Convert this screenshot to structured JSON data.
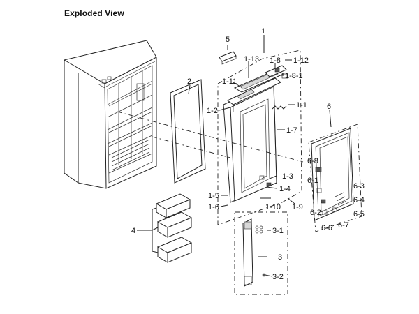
{
  "title": "Exploded View",
  "labels": {
    "l1": "1",
    "l2": "2",
    "l3": "3",
    "l4": "4",
    "l5": "5",
    "l6": "6",
    "l1_1": "1-1",
    "l1_2": "1-2",
    "l1_3": "1-3",
    "l1_4": "1-4",
    "l1_5": "1-5",
    "l1_6": "1-6",
    "l1_7": "1-7",
    "l1_8": "1-8",
    "l1_8_1": "1-8-1",
    "l1_9": "1-9",
    "l1_10": "1-10",
    "l1_11": "1-11",
    "l1_12": "1-12",
    "l1_13": "1-13",
    "l3_1": "3-1",
    "l3_2": "3-2",
    "l6_1": "6-1",
    "l6_2": "6-2",
    "l6_3": "6-3",
    "l6_4": "6-4",
    "l6_5": "6-5",
    "l6_6": "6-6",
    "l6_7": "6-7",
    "l6_8": "6-8"
  }
}
